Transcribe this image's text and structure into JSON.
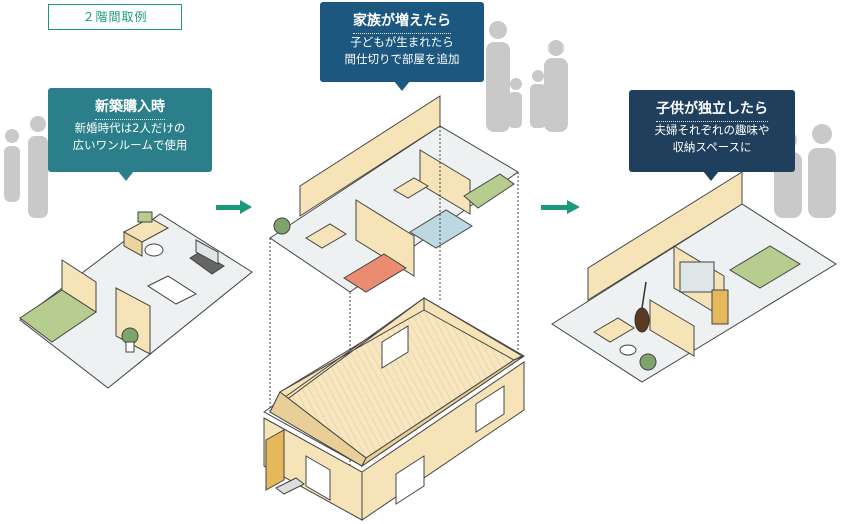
{
  "tag": "２階間取例",
  "stages": [
    {
      "title": "新築購入時",
      "lines": [
        "新婚時代は2人だけの",
        "広いワンルームで使用"
      ]
    },
    {
      "title": "家族が増えたら",
      "lines": [
        "子どもが生まれたら",
        "間仕切りで部屋を追加"
      ]
    },
    {
      "title": "子供が独立したら",
      "lines": [
        "夫婦それぞれの趣味や",
        "収納スペースに"
      ]
    }
  ],
  "colors": {
    "accent": "#1a9a7a",
    "stage1": "#2b7f8a",
    "stage2": "#1c5780",
    "stage3": "#1f3f5c",
    "wall": "#f6e3b8",
    "outline": "#3e3e3e"
  }
}
